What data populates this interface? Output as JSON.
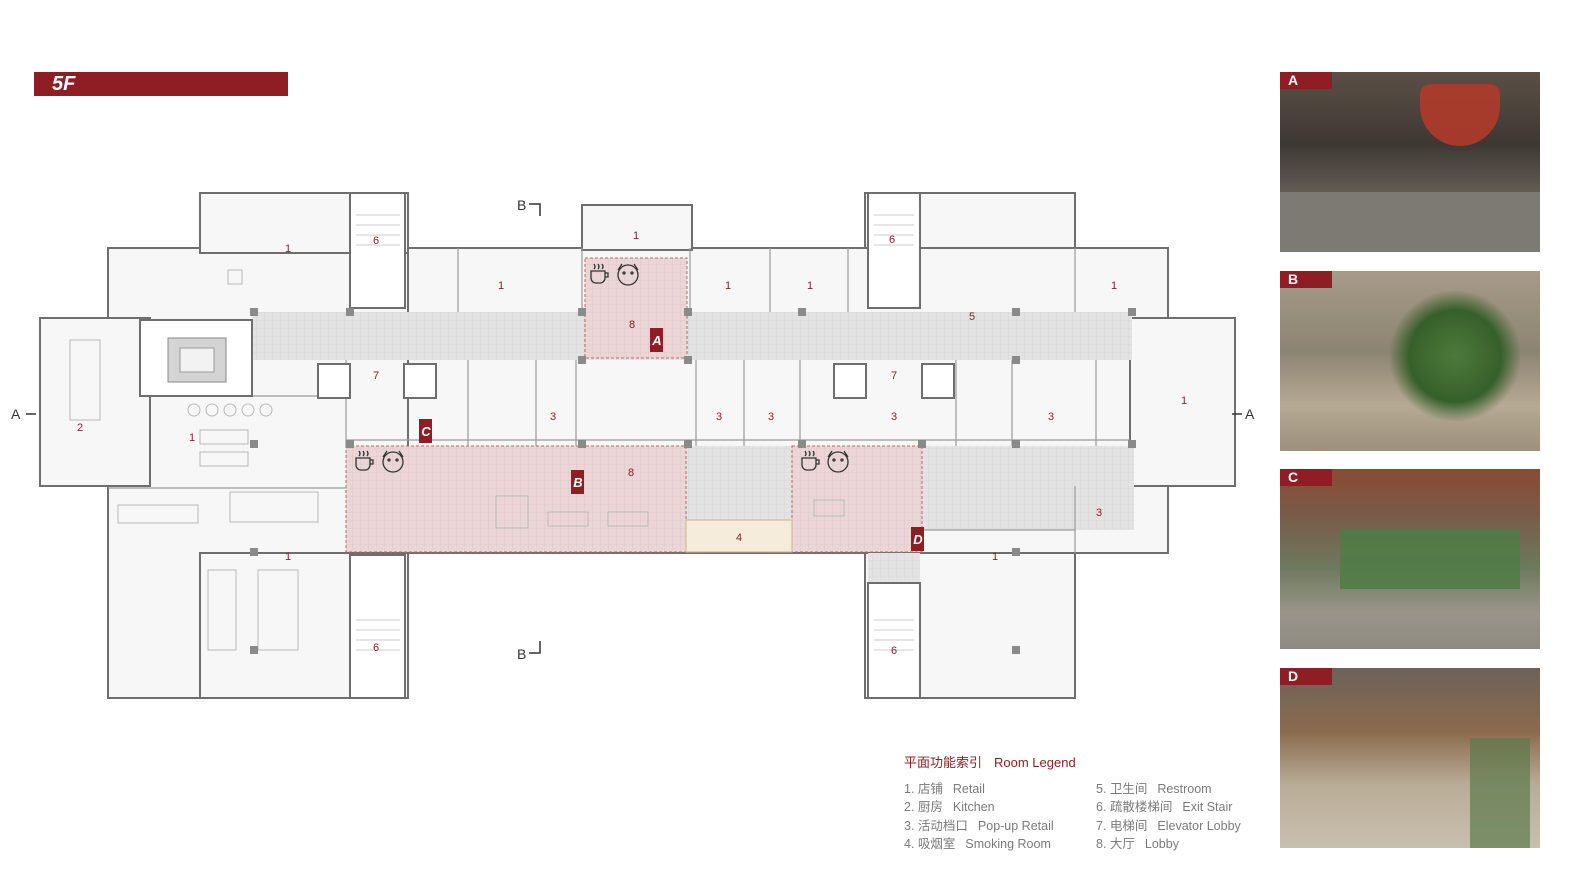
{
  "floor_label": "5F",
  "section_marks": {
    "a_left": "A",
    "a_right": "A",
    "b_top": "B",
    "b_bottom": "B"
  },
  "room_numbers": [
    {
      "n": "1"
    },
    {
      "n": "6"
    },
    {
      "n": "1"
    },
    {
      "n": "1"
    },
    {
      "n": "1"
    },
    {
      "n": "1"
    },
    {
      "n": "6"
    },
    {
      "n": "5"
    },
    {
      "n": "1"
    },
    {
      "n": "8"
    },
    {
      "n": "7"
    },
    {
      "n": "7"
    },
    {
      "n": "2"
    },
    {
      "n": "1"
    },
    {
      "n": "3"
    },
    {
      "n": "3"
    },
    {
      "n": "3"
    },
    {
      "n": "3"
    },
    {
      "n": "3"
    },
    {
      "n": "1"
    },
    {
      "n": "8"
    },
    {
      "n": "4"
    },
    {
      "n": "3"
    },
    {
      "n": "1"
    },
    {
      "n": "1"
    },
    {
      "n": "6"
    },
    {
      "n": "6"
    }
  ],
  "view_markers": [
    "A",
    "B",
    "C",
    "D"
  ],
  "photos": [
    {
      "tag": "A",
      "theme": "atrium-with-red-lamp"
    },
    {
      "tag": "B",
      "theme": "lobby-with-plants"
    },
    {
      "tag": "C",
      "theme": "corridor-with-garden-view"
    },
    {
      "tag": "D",
      "theme": "shopping-corridor"
    }
  ],
  "legend": {
    "title_cn": "平面功能索引",
    "title_en": "Room Legend",
    "items": [
      {
        "cn": "1. 店铺",
        "en": "Retail"
      },
      {
        "cn": "2. 厨房",
        "en": "Kitchen"
      },
      {
        "cn": "3. 活动档口",
        "en": "Pop-up Retail"
      },
      {
        "cn": "4. 吸烟室",
        "en": "Smoking Room"
      },
      {
        "cn": "5. 卫生间",
        "en": "Restroom"
      },
      {
        "cn": "6. 疏散楼梯间",
        "en": "Exit Stair"
      },
      {
        "cn": "7. 电梯间",
        "en": "Elevator Lobby"
      },
      {
        "cn": "8. 大厅",
        "en": "Lobby"
      }
    ]
  },
  "colors": {
    "accent": "#8f1d24",
    "lobby_fill": "#e9d3d3",
    "wall": "#6e6e6e",
    "corridor": "#dedede"
  },
  "icons": [
    "coffee-icon",
    "dog-icon"
  ]
}
